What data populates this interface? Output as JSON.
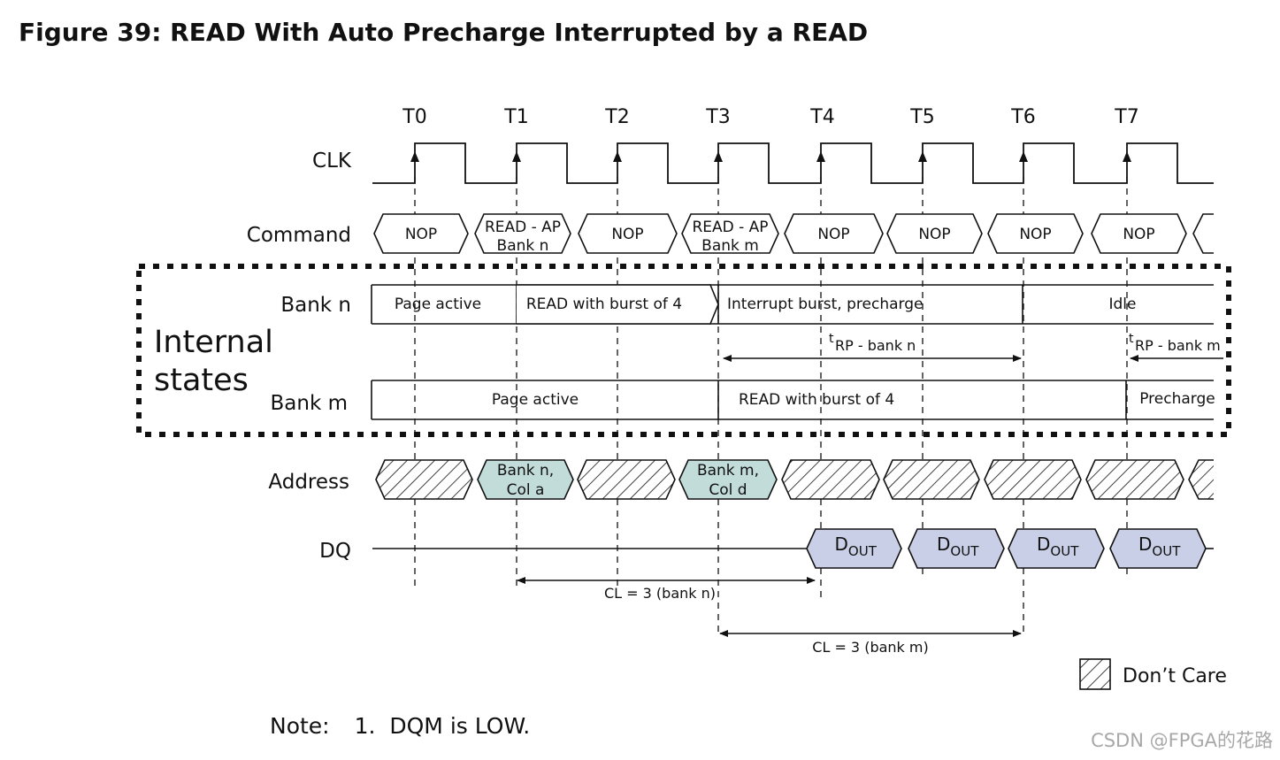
{
  "title": "Figure 39: READ With Auto Precharge Interrupted by a READ",
  "clock_labels": [
    "T0",
    "T1",
    "T2",
    "T3",
    "T4",
    "T5",
    "T6",
    "T7"
  ],
  "signals": {
    "clk": "CLK",
    "command": "Command",
    "bank_n": "Bank n",
    "bank_m": "Bank m",
    "address": "Address",
    "dq": "DQ"
  },
  "internal_states_label": [
    "Internal",
    "states"
  ],
  "commands": [
    [
      "NOP"
    ],
    [
      "READ - AP",
      "Bank n"
    ],
    [
      "NOP"
    ],
    [
      "READ - AP",
      "Bank m"
    ],
    [
      "NOP"
    ],
    [
      "NOP"
    ],
    [
      "NOP"
    ],
    [
      "NOP"
    ]
  ],
  "bank_n_states": [
    "Page active",
    "READ with burst of 4",
    "Interrupt burst, precharge",
    "Idle"
  ],
  "bank_m_states": [
    "Page active",
    "READ with burst of 4",
    "Precharge"
  ],
  "timing": {
    "trp_bank_n": {
      "t": "t",
      "sub": "RP - bank n"
    },
    "trp_bank_m": {
      "t": "t",
      "sub": "RP - bank m"
    },
    "cl_bank_n": "CL = 3 (bank n)",
    "cl_bank_m": "CL = 3 (bank m)"
  },
  "addresses": [
    {
      "kind": "dontcare"
    },
    {
      "kind": "value",
      "lines": [
        "Bank n,",
        "Col a"
      ]
    },
    {
      "kind": "dontcare"
    },
    {
      "kind": "value",
      "lines": [
        "Bank m,",
        "Col d"
      ]
    },
    {
      "kind": "dontcare"
    },
    {
      "kind": "dontcare"
    },
    {
      "kind": "dontcare"
    },
    {
      "kind": "dontcare"
    }
  ],
  "dq_bursts": [
    {
      "main": "D",
      "sub": "OUT"
    },
    {
      "main": "D",
      "sub": "OUT"
    },
    {
      "main": "D",
      "sub": "OUT"
    },
    {
      "main": "D",
      "sub": "OUT"
    }
  ],
  "legend": {
    "dont_care": "Don’t Care"
  },
  "note": {
    "label": "Note:",
    "number": "1.",
    "text": "DQM is LOW."
  },
  "watermark": "CSDN @FPGA的花路",
  "colors": {
    "address_fill": "#c2dcd9",
    "dq_fill": "#c9cfe6",
    "line": "#111111"
  }
}
